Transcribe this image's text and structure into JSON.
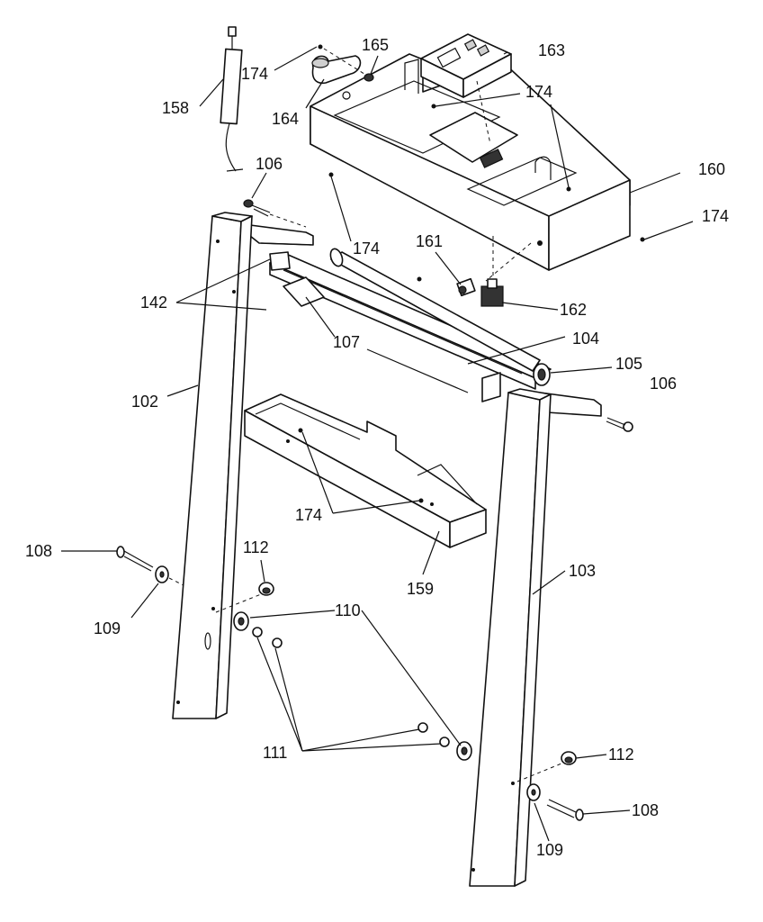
{
  "callouts": [
    {
      "id": "c158",
      "text": "158"
    },
    {
      "id": "c174a",
      "text": "174"
    },
    {
      "id": "c165",
      "text": "165"
    },
    {
      "id": "c164",
      "text": "164"
    },
    {
      "id": "c163",
      "text": "163"
    },
    {
      "id": "c174b",
      "text": "174"
    },
    {
      "id": "c160",
      "text": "160"
    },
    {
      "id": "c106a",
      "text": "106"
    },
    {
      "id": "c174c",
      "text": "174"
    },
    {
      "id": "c161",
      "text": "161"
    },
    {
      "id": "c174d",
      "text": "174"
    },
    {
      "id": "c142",
      "text": "142"
    },
    {
      "id": "c162",
      "text": "162"
    },
    {
      "id": "c107",
      "text": "107"
    },
    {
      "id": "c104",
      "text": "104"
    },
    {
      "id": "c105",
      "text": "105"
    },
    {
      "id": "c106b",
      "text": "106"
    },
    {
      "id": "c102",
      "text": "102"
    },
    {
      "id": "c174e",
      "text": "174"
    },
    {
      "id": "c108a",
      "text": "108"
    },
    {
      "id": "c112a",
      "text": "112"
    },
    {
      "id": "c159",
      "text": "159"
    },
    {
      "id": "c103",
      "text": "103"
    },
    {
      "id": "c109a",
      "text": "109"
    },
    {
      "id": "c110",
      "text": "110"
    },
    {
      "id": "c111",
      "text": "111"
    },
    {
      "id": "c112b",
      "text": "112"
    },
    {
      "id": "c108b",
      "text": "108"
    },
    {
      "id": "c109b",
      "text": "109"
    }
  ]
}
